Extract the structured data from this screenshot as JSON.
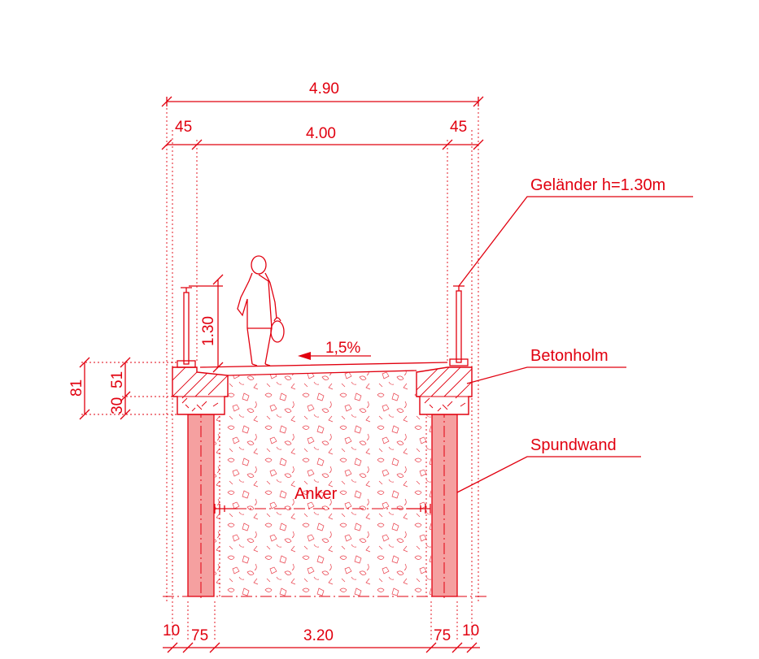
{
  "dimensions": {
    "overall_width": "4.90",
    "inner_width": "4.00",
    "edge_left": "45",
    "edge_right": "45",
    "railing_height": "1.30",
    "slope": "1,5%",
    "holm_total": "81",
    "holm_upper": "51",
    "holm_lower": "30",
    "bottom_left_outer": "10",
    "bottom_left_wall": "75",
    "bottom_clear": "3.20",
    "bottom_right_wall": "75",
    "bottom_right_outer": "10"
  },
  "labels": {
    "railing": "Geländer h=1.30m",
    "beam": "Betonholm",
    "sheet_pile": "Spundwand",
    "anchor": "Anker"
  },
  "colors": {
    "line": "#e1000f",
    "wall_fill": "#f5a0a0",
    "background": "#ffffff"
  }
}
